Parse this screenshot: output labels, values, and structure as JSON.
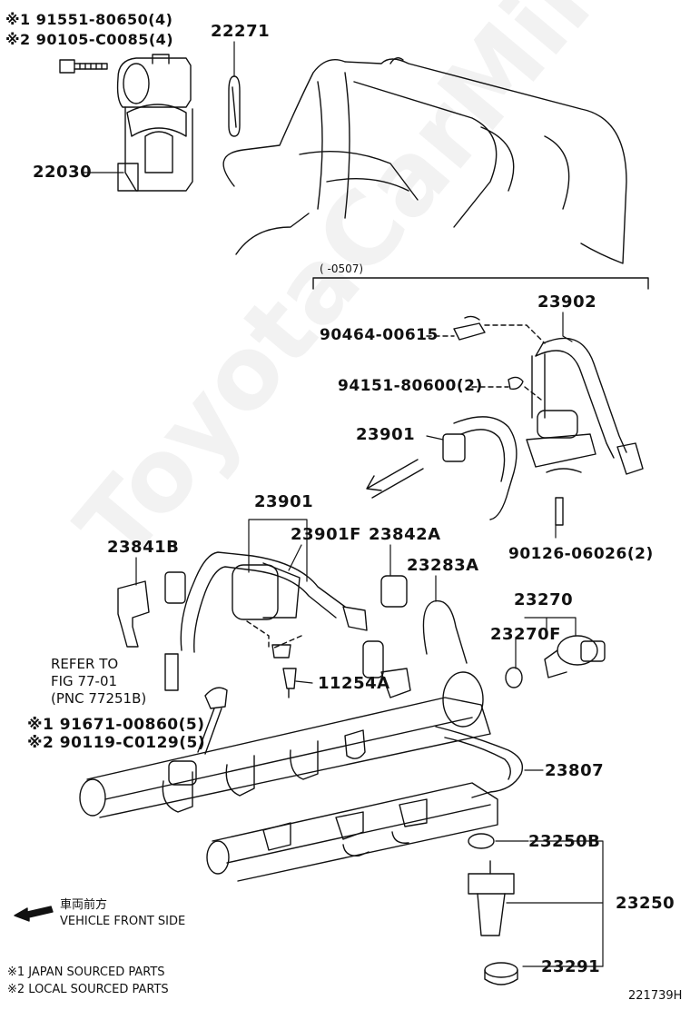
{
  "notes": {
    "note1_pn": "※1 91551-80650(4)",
    "note2_pn": "※2 90105-C0085(4)",
    "note_refer": "REFER TO\nFIG 77-01\n(PNC 77251B)",
    "note1_pn_b": "※1 91671-00860(5)",
    "note2_pn_b": "※2 90119-C0129(5)"
  },
  "parts": {
    "p22271": "22271",
    "p22030": "22030",
    "range": "(      -0507)",
    "p23902": "23902",
    "p90464": "90464-00615",
    "p94151": "94151-80600(2)",
    "p23901a": "23901",
    "p23901b": "23901",
    "p23901F": "23901F",
    "p23841B": "23841B",
    "p23842A": "23842A",
    "p23283A": "23283A",
    "p90126": "90126-06026(2)",
    "p23270": "23270",
    "p23270F": "23270F",
    "p11254A": "11254A",
    "p23807": "23807",
    "p23250B": "23250B",
    "p23250": "23250",
    "p23291": "23291"
  },
  "legend": {
    "front_jp": "車両前方",
    "front_en": "VEHICLE FRONT SIDE",
    "src1": "※1 JAPAN SOURCED PARTS",
    "src2": "※2 LOCAL SOURCED PARTS"
  },
  "figure_id": "221739H",
  "watermark": "ToyotaCarMine.ru"
}
